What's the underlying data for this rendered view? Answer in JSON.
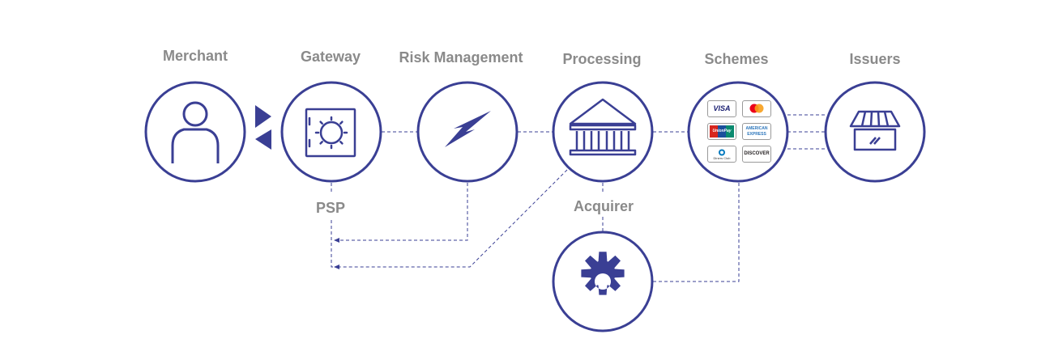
{
  "labels": {
    "merchant": "Merchant",
    "gateway": "Gateway",
    "risk_management": "Risk Management",
    "processing": "Processing",
    "schemes": "Schemes",
    "issuers": "Issuers",
    "psp": "PSP",
    "acquirer": "Acquirer"
  },
  "schemes_cards": {
    "visa": "VISA",
    "unionpay": "UnionPay",
    "amex": "AMERICAN EXPRESS",
    "diners": "Diners Club",
    "discover": "DISCOVER"
  },
  "colors": {
    "accent": "#3a3f94",
    "label": "#8a8a8a",
    "line": "#3a3f94",
    "card_border": "#9a9a9a"
  }
}
